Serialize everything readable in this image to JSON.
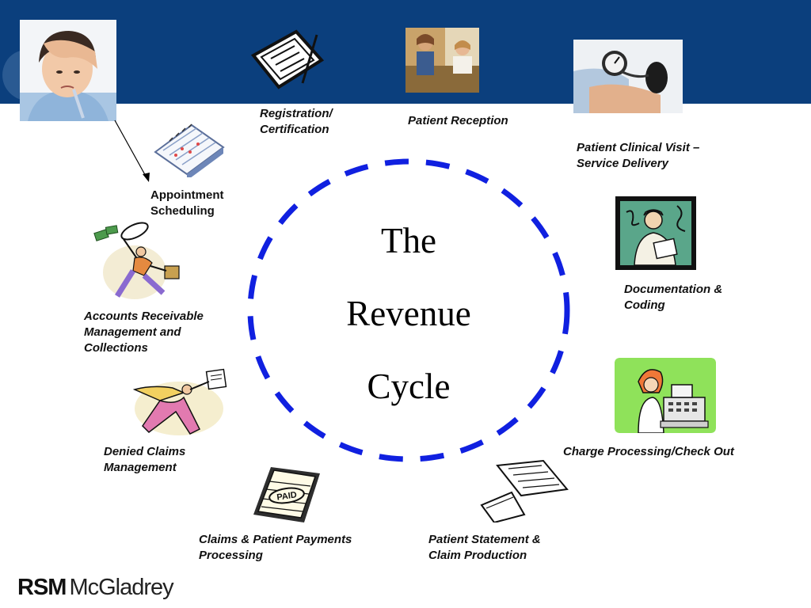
{
  "diagram": {
    "center_title_lines": [
      "The",
      "Revenue",
      "Cycle"
    ],
    "steps": {
      "registration": "Registration/",
      "registration_2": "Certification",
      "reception": "Patient Reception",
      "clinical_visit": "Patient Clinical Visit –",
      "clinical_visit_2": "Service Delivery",
      "appointment": "Appointment",
      "appointment_2": "Scheduling",
      "documentation": "Documentation &",
      "documentation_2": "Coding",
      "accounts_receivable": "Accounts Receivable",
      "accounts_receivable_2": "Management and",
      "accounts_receivable_3": "Collections",
      "charge_processing": "Charge Processing/Check Out",
      "denied_claims": "Denied Claims",
      "denied_claims_2": "Management",
      "claims_payments": "Claims & Patient Payments",
      "claims_payments_2": "Processing",
      "patient_statement": "Patient Statement &",
      "patient_statement_2": "Claim Production"
    },
    "paid_stamp": "PAID"
  },
  "footer": {
    "logo_rsm": "RSM",
    "logo_mcgladrey": "McGladrey"
  },
  "colors": {
    "banner": "#0b3f7d",
    "circle_dash": "#1020e0"
  }
}
